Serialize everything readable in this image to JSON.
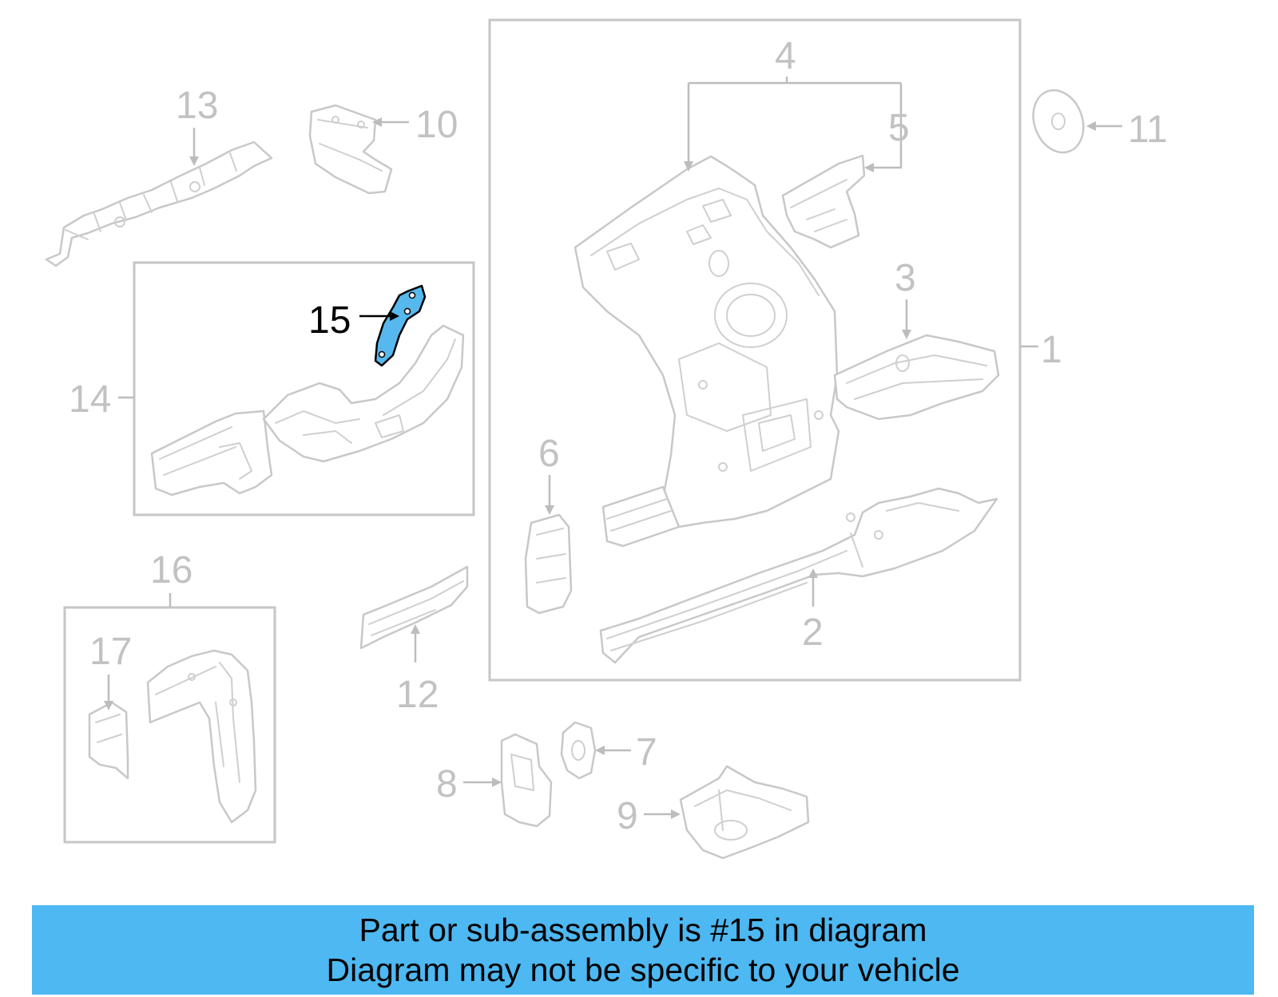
{
  "diagram": {
    "callouts": [
      {
        "id": "c1",
        "label": "1"
      },
      {
        "id": "c2",
        "label": "2"
      },
      {
        "id": "c3",
        "label": "3"
      },
      {
        "id": "c4",
        "label": "4"
      },
      {
        "id": "c5",
        "label": "5"
      },
      {
        "id": "c6",
        "label": "6"
      },
      {
        "id": "c7",
        "label": "7"
      },
      {
        "id": "c8",
        "label": "8"
      },
      {
        "id": "c9",
        "label": "9"
      },
      {
        "id": "c10",
        "label": "10"
      },
      {
        "id": "c11",
        "label": "11"
      },
      {
        "id": "c12",
        "label": "12"
      },
      {
        "id": "c13",
        "label": "13"
      },
      {
        "id": "c14",
        "label": "14"
      },
      {
        "id": "c15",
        "label": "15"
      },
      {
        "id": "c16",
        "label": "16"
      },
      {
        "id": "c17",
        "label": "17"
      }
    ],
    "highlighted_part": "15",
    "highlight_color": "#57b8ee",
    "line_color": "#c6c6c6"
  },
  "banner": {
    "line1": "Part or sub-assembly is #15 in diagram",
    "line2": "Diagram may not be specific to your vehicle",
    "background": "#4db8f2"
  }
}
